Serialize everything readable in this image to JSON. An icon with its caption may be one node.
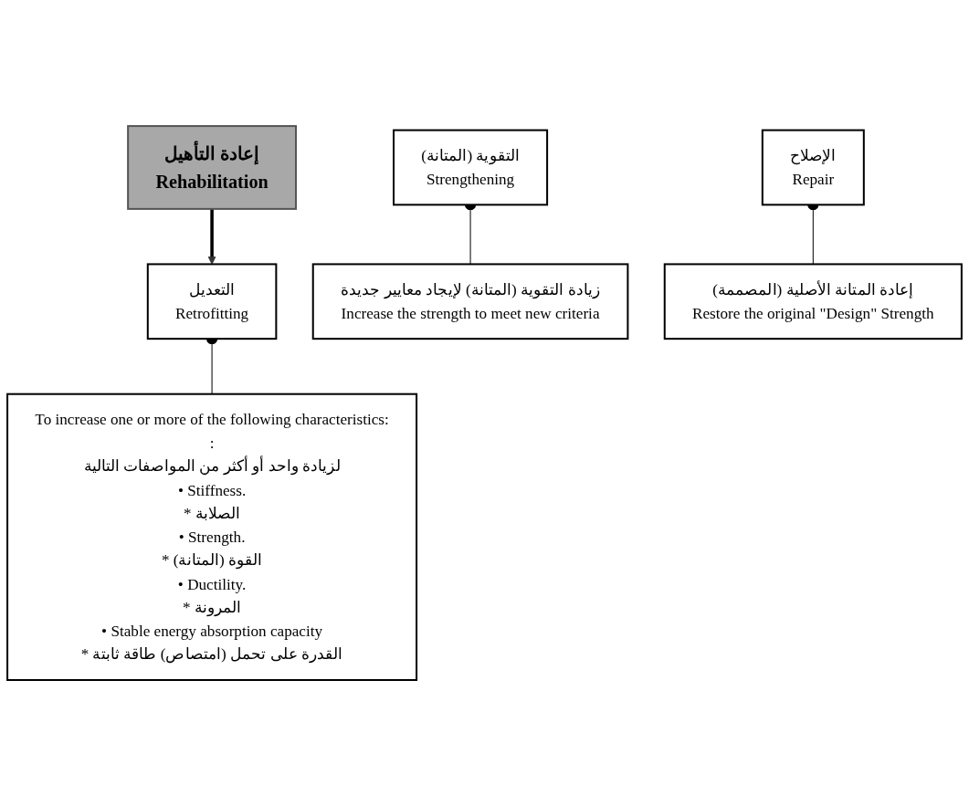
{
  "diagram": {
    "nodes": [
      {
        "text": [
          "إعادة التأهيل",
          "Rehabilitation"
        ]
      },
      {
        "text": [
          "التعديل",
          "Retrofitting"
        ]
      },
      {
        "text": [
          "الإصلاح",
          "Repair"
        ]
      },
      {
        "text": [
          "التقوية (المتانة)",
          "Strengthening"
        ]
      },
      {
        "text": [
          "زيادة التقوية (المتانة) لإيجاد معايير جديدة",
          "Increase the strength to meet new criteria"
        ]
      },
      {
        "text": [
          "إعادة المتانة الأصلية (المصممة)",
          "Restore the original \"Design\" Strength"
        ]
      },
      {
        "text": [
          "To increase one or more of the following characteristics:",
          ":",
          "لزيادة واحد أو أكثر من المواصفات التالية",
          "• Stiffness.",
          "* الصلابة",
          "• Strength.",
          "* القوة (المتانة)",
          "• Ductility.",
          "* المرونة",
          "• Stable energy absorption capacity",
          "* القدرة على تحمل (امتصاص) طاقة ثابتة"
        ]
      }
    ],
    "edges": [
      {
        "from": 0,
        "to": 1,
        "arrow": "to",
        "style": "thick"
      },
      {
        "from": 1,
        "to": 6,
        "arrow": "other"
      },
      {
        "from": 2,
        "to": 5,
        "arrow": "other"
      },
      {
        "from": 3,
        "to": 4,
        "arrow": "other"
      }
    ]
  }
}
